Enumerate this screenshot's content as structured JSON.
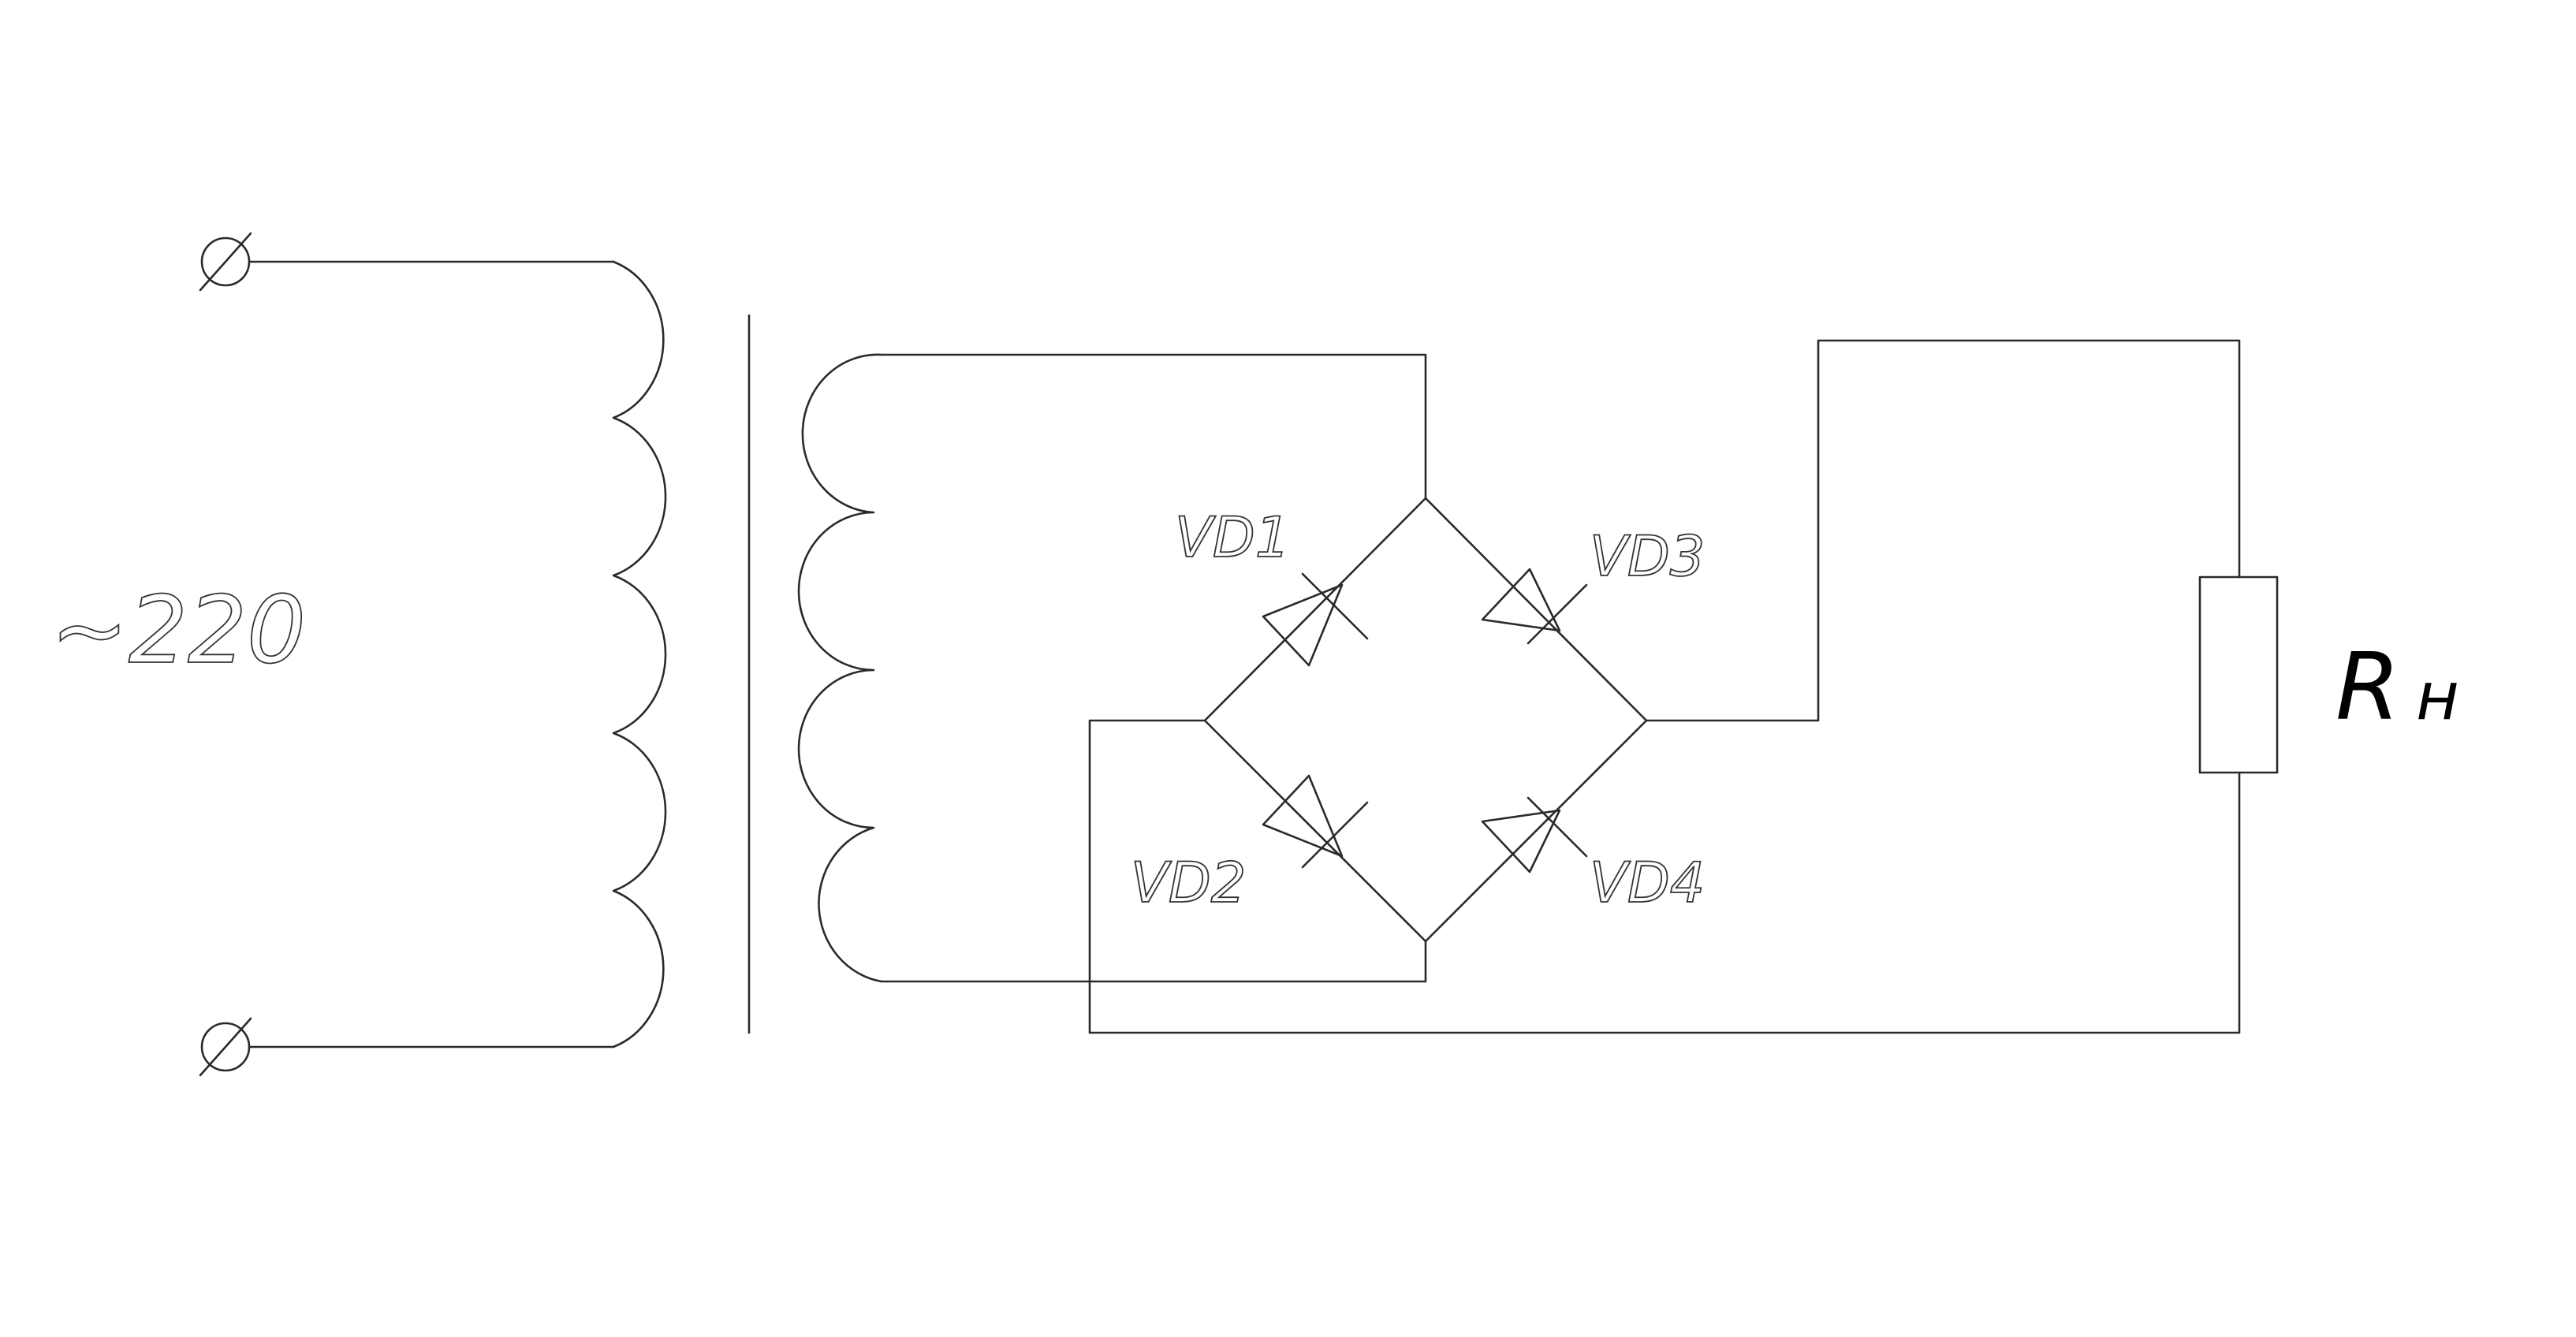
{
  "labels": {
    "supply_voltage": "~220",
    "vd1": "VD1",
    "vd2": "VD2",
    "vd3": "VD3",
    "vd4": "VD4",
    "load_main": "R",
    "load_sub": "н"
  },
  "colors": {
    "line": "#2a2a2a",
    "background": "#ffffff"
  }
}
